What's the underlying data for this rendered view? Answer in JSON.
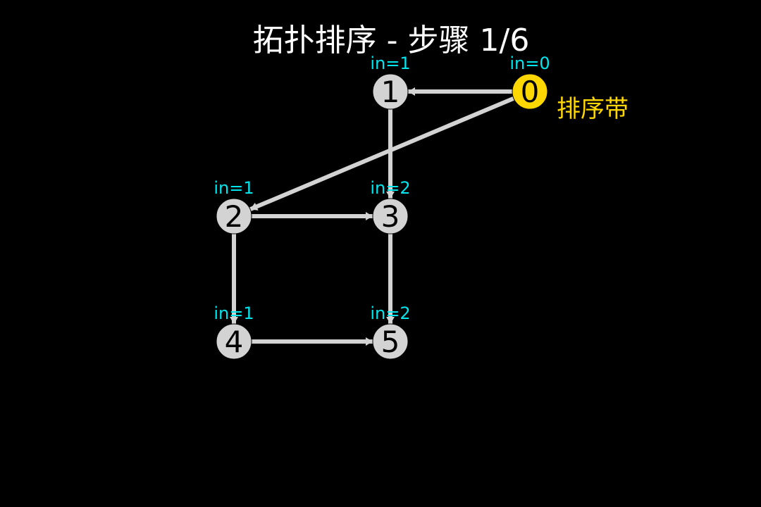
{
  "title": "拓扑排序 - 步骤 1/6",
  "colors": {
    "background": "#000000",
    "edge": "#d3d3d3",
    "node_fill": "#d3d3d3",
    "node_active": "#ffd700",
    "node_text": "#000000",
    "indegree_text": "#00e5ee",
    "band_text": "#ffd700",
    "title_text": "#ffffff"
  },
  "nodes": [
    {
      "id": "0",
      "indegree_label": "in=0",
      "state": "active"
    },
    {
      "id": "1",
      "indegree_label": "in=1",
      "state": "default"
    },
    {
      "id": "2",
      "indegree_label": "in=1",
      "state": "default"
    },
    {
      "id": "3",
      "indegree_label": "in=2",
      "state": "default"
    },
    {
      "id": "4",
      "indegree_label": "in=1",
      "state": "default"
    },
    {
      "id": "5",
      "indegree_label": "in=2",
      "state": "default"
    }
  ],
  "edges": [
    {
      "from": "0",
      "to": "1"
    },
    {
      "from": "0",
      "to": "2"
    },
    {
      "from": "1",
      "to": "3"
    },
    {
      "from": "2",
      "to": "3"
    },
    {
      "from": "2",
      "to": "4"
    },
    {
      "from": "3",
      "to": "5"
    },
    {
      "from": "4",
      "to": "5"
    }
  ],
  "sorted_band": {
    "label": "排序带",
    "items": [
      "0"
    ]
  }
}
